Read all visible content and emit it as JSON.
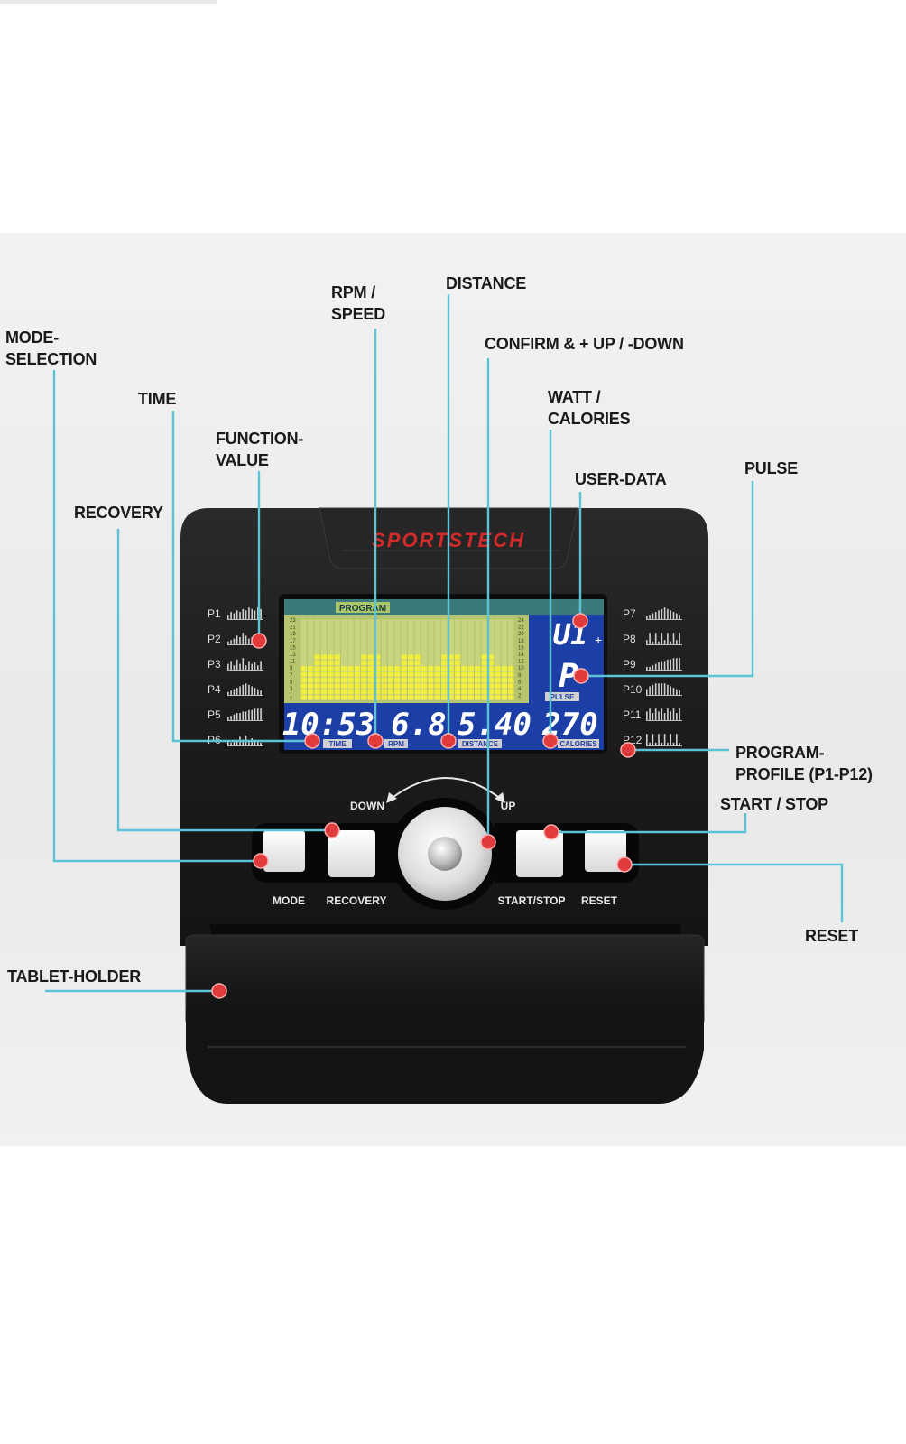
{
  "brand": "SPORTSTECH",
  "callouts": {
    "mode_selection": [
      "MODE-",
      "SELECTION"
    ],
    "time": "TIME",
    "function_value": [
      "FUNCTION-",
      "VALUE"
    ],
    "recovery": "RECOVERY",
    "rpm_speed": [
      "RPM /",
      "SPEED"
    ],
    "distance": "DISTANCE",
    "confirm": "CONFIRM & + UP / -DOWN",
    "watt_calories": [
      "WATT /",
      "CALORIES"
    ],
    "user_data": "USER-DATA",
    "pulse": "PULSE",
    "program_profile": [
      "PROGRAM-",
      "PROFILE (P1-P12)"
    ],
    "start_stop": "START / STOP",
    "reset": "RESET",
    "tablet_holder": "TABLET-HOLDER"
  },
  "buttons": {
    "mode": "MODE",
    "recovery": "RECOVERY",
    "start_stop": "START/STOP",
    "reset": "RESET",
    "down": "DOWN",
    "up": "UP"
  },
  "programs_left": [
    "P1",
    "P2",
    "P3",
    "P4",
    "P5",
    "P6"
  ],
  "programs_right": [
    "P7",
    "P8",
    "P9",
    "P10",
    "P11",
    "P12"
  ],
  "lcd": {
    "program_title": "PROGRAM",
    "time_value": "10:53",
    "rpm_value": "6.8",
    "distance_value": "5.40",
    "calories_value": "270",
    "user_value": "U1",
    "pulse_value": "P",
    "time_tag": "TIME",
    "rpm_tag": "RPM",
    "distance_tag": "DISTANCE",
    "calories_tag": "CALORIES",
    "pulse_tag": "PULSE",
    "scale_left": [
      "23",
      "21",
      "19",
      "17",
      "15",
      "13",
      "11",
      "9",
      "7",
      "5",
      "3",
      "1"
    ],
    "scale_right": [
      "24",
      "22",
      "20",
      "18",
      "16",
      "14",
      "12",
      "10",
      "8",
      "6",
      "4",
      "2"
    ],
    "bar_levels": [
      3,
      3,
      4,
      4,
      4,
      4,
      3,
      3,
      3,
      4,
      4,
      4,
      3,
      3,
      3,
      4,
      4,
      4,
      3,
      3,
      3,
      4,
      4,
      4,
      3,
      3,
      3,
      4,
      4,
      3,
      3,
      3
    ]
  },
  "colors": {
    "leader": "#5cc3d6",
    "marker": "#e23b3b",
    "lcd_bar": "#f2ee3c",
    "lcd_bg": "#b7c56e",
    "console": "#1b1b1b",
    "brand": "#d22a2a"
  }
}
